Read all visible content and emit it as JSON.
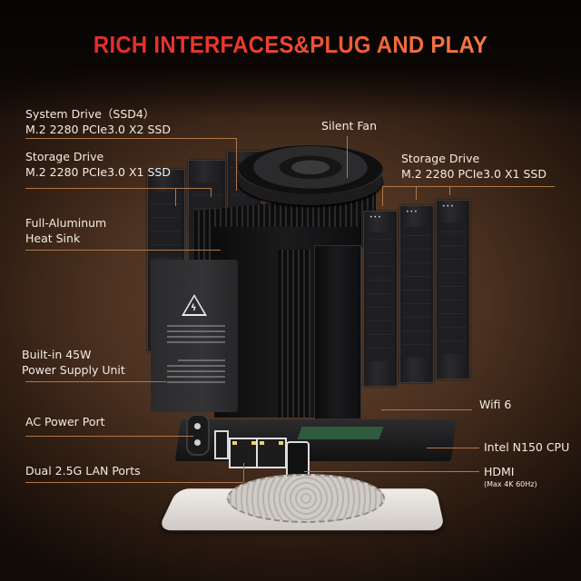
{
  "title": "RICH INTERFACES&PLUG AND PLAY",
  "colors": {
    "title_gradient_start": "#e0282a",
    "title_gradient_end": "#f4874a",
    "label_text": "#f4ece4",
    "leader_line": "#b0764a",
    "background_center": "#6e4a2e",
    "background_edge": "#0d0805"
  },
  "labels": {
    "system_drive": {
      "line1": "System Drive（SSD4）",
      "line2": "M.2 2280 PCIe3.0 X2 SSD"
    },
    "storage_drive_left": {
      "line1": "Storage Drive",
      "line2": "M.2 2280 PCIe3.0 X1 SSD"
    },
    "silent_fan": {
      "line1": "Silent Fan"
    },
    "storage_drive_right": {
      "line1": "Storage Drive",
      "line2": "M.2 2280 PCIe3.0 X1 SSD"
    },
    "heat_sink": {
      "line1": "Full-Aluminum",
      "line2": "Heat Sink"
    },
    "psu": {
      "line1": "Built-in 45W",
      "line2": "Power Supply Unit"
    },
    "ac_port": {
      "line1": "AC Power Port"
    },
    "lan_ports": {
      "line1": "Dual 2.5G LAN Ports"
    },
    "wifi": {
      "line1": "Wifi 6"
    },
    "cpu": {
      "line1": "Intel N150 CPU"
    },
    "hdmi": {
      "line1": "HDMI",
      "note": "(Max 4K 60Hz)"
    }
  },
  "product": {
    "psu_warning_icon": "high-voltage-warning",
    "ssd_count_left": 3,
    "ssd_count_right": 3
  }
}
